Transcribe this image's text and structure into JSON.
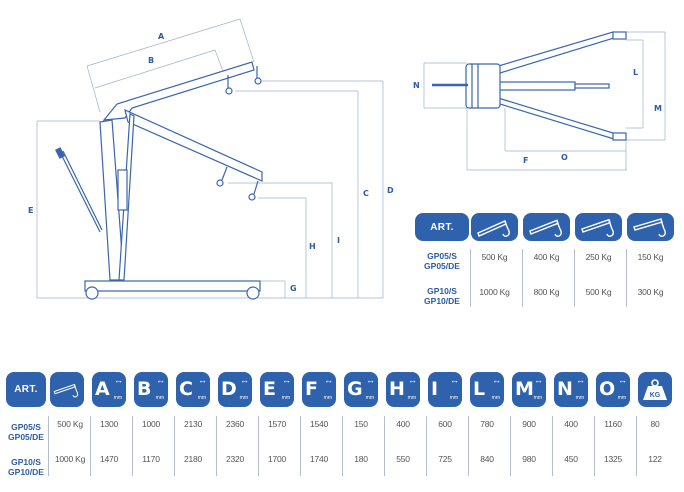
{
  "diagram": {
    "side_labels": {
      "A": "A",
      "B": "B",
      "C": "C",
      "D": "D",
      "E": "E",
      "G": "G",
      "H": "H",
      "I": "I"
    },
    "top_labels": {
      "N": "N",
      "L": "L",
      "M": "M",
      "O": "O",
      "F": "F"
    }
  },
  "capacity_table": {
    "header": "ART.",
    "rows": [
      {
        "models": [
          "GP05/S",
          "GP05/DE"
        ],
        "values": [
          "500 Kg",
          "400 Kg",
          "250 Kg",
          "150 Kg"
        ]
      },
      {
        "models": [
          "GP10/S",
          "GP10/DE"
        ],
        "values": [
          "1000 Kg",
          "800 Kg",
          "500 Kg",
          "300 Kg"
        ]
      }
    ]
  },
  "spec_table": {
    "header": "ART.",
    "columns": [
      "A",
      "B",
      "C",
      "D",
      "E",
      "F",
      "G",
      "H",
      "I",
      "L",
      "M",
      "N",
      "O"
    ],
    "unit": "mm",
    "weight_icon_label": "KG",
    "rows": [
      {
        "models": [
          "GP05/S",
          "GP05/DE"
        ],
        "capacity": "500 Kg",
        "values": [
          "1300",
          "1000",
          "2130",
          "2360",
          "1570",
          "1540",
          "150",
          "400",
          "600",
          "780",
          "900",
          "400",
          "1160"
        ],
        "weight": "80"
      },
      {
        "models": [
          "GP10/S",
          "GP10/DE"
        ],
        "capacity": "1000 Kg",
        "values": [
          "1470",
          "1170",
          "2180",
          "2320",
          "1700",
          "1740",
          "180",
          "550",
          "725",
          "840",
          "980",
          "450",
          "1325"
        ],
        "weight": "122"
      }
    ]
  },
  "colors": {
    "accent": "#2f62ad",
    "text_blue": "#2d5ba6",
    "value_gray": "#555555"
  }
}
